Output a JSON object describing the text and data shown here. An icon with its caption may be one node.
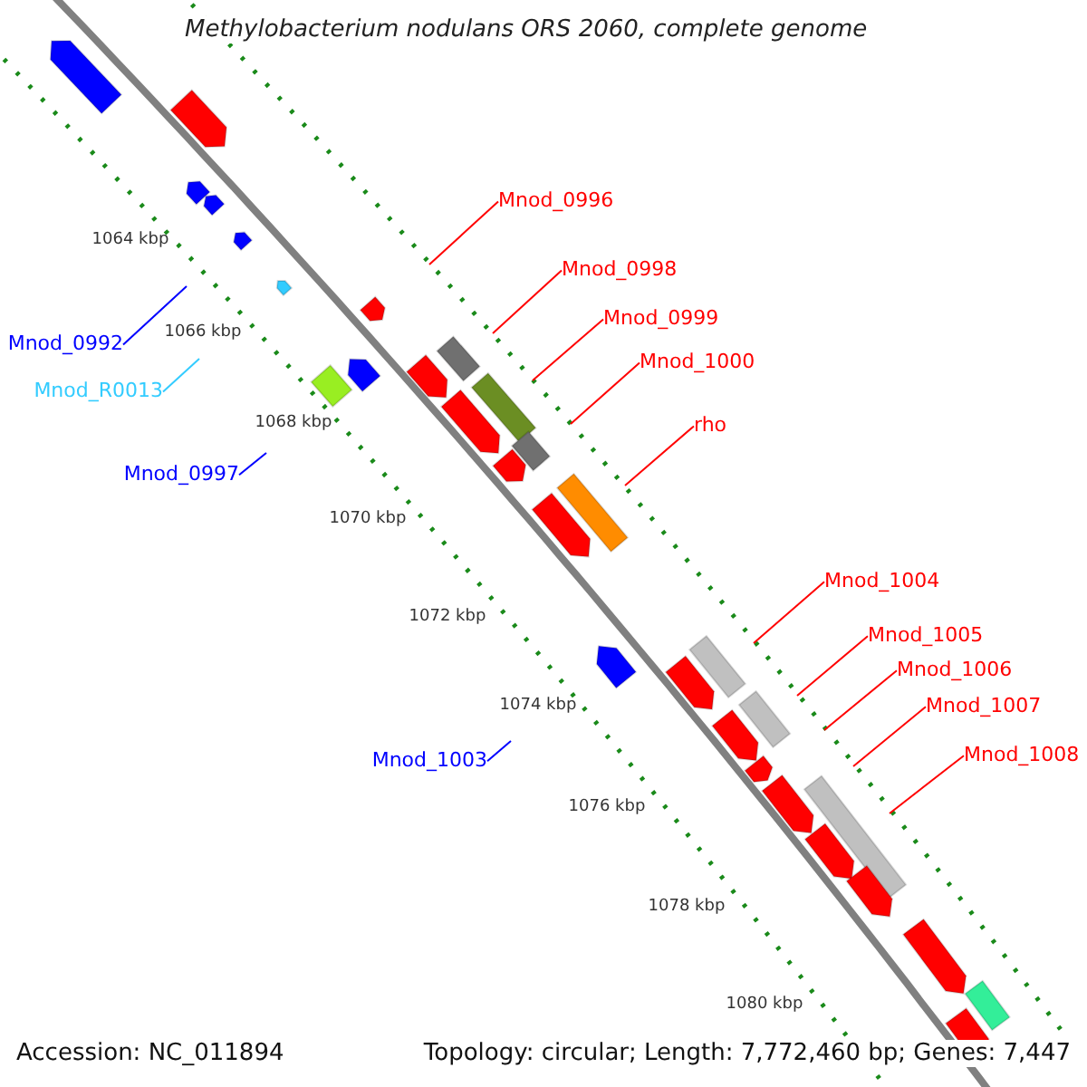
{
  "diagram": {
    "title": "Methylobacterium nodulans ORS 2060, complete genome",
    "nodes": [
      {
        "text": [
          "Mnod_0996"
        ]
      },
      {
        "text": [
          "Mnod_0998"
        ]
      },
      {
        "text": [
          "Mnod_0999"
        ]
      },
      {
        "text": [
          "Mnod_1000"
        ]
      },
      {
        "text": [
          "rho"
        ]
      },
      {
        "text": [
          "Mnod_1004"
        ]
      },
      {
        "text": [
          "Mnod_1005"
        ]
      },
      {
        "text": [
          "Mnod_1006"
        ]
      },
      {
        "text": [
          "Mnod_1007"
        ]
      },
      {
        "text": [
          "Mnod_1008"
        ]
      },
      {
        "text": [
          "Mnod_0992"
        ]
      },
      {
        "text": [
          "Mnod_R0013"
        ]
      },
      {
        "text": [
          "Mnod_0997"
        ]
      },
      {
        "text": [
          "Mnod_1003"
        ]
      }
    ],
    "edges": [
      {
        "from": 0,
        "to": null,
        "arrow": "none"
      },
      {
        "from": 1,
        "to": null,
        "arrow": "none"
      },
      {
        "from": 2,
        "to": null,
        "arrow": "none"
      },
      {
        "from": 3,
        "to": null,
        "arrow": "none"
      },
      {
        "from": 4,
        "to": null,
        "arrow": "none"
      },
      {
        "from": 5,
        "to": null,
        "arrow": "none"
      },
      {
        "from": 6,
        "to": null,
        "arrow": "none"
      },
      {
        "from": 7,
        "to": null,
        "arrow": "none"
      },
      {
        "from": 8,
        "to": null,
        "arrow": "none"
      },
      {
        "from": 9,
        "to": null,
        "arrow": "none"
      },
      {
        "from": 10,
        "to": null,
        "arrow": "none",
        "color": "#0000ff"
      },
      {
        "from": 11,
        "to": null,
        "arrow": "none",
        "color": "#33ccff"
      },
      {
        "from": 12,
        "to": null,
        "arrow": "none",
        "color": "#0000ff"
      },
      {
        "from": 13,
        "to": null,
        "arrow": "none",
        "color": "#0000ff"
      }
    ],
    "labels": [
      "1064 kbp",
      "1066 kbp",
      "1068 kbp",
      "1070 kbp",
      "1072 kbp",
      "1074 kbp",
      "1076 kbp",
      "1078 kbp",
      "1080 kbp",
      "Accession: NC_011894",
      "Topology: circular; Length: 7,772,460 bp; Genes: 7,447"
    ]
  }
}
